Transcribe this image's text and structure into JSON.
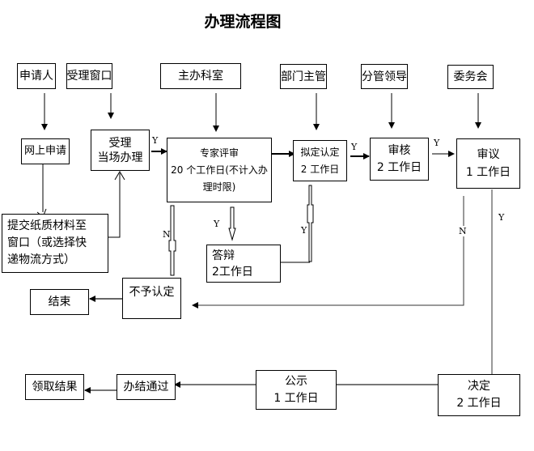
{
  "title": "办理流程图",
  "roles": {
    "applicant": "申请人",
    "window": "受理窗口",
    "office": "主办科室",
    "dept_head": "部门主管",
    "leader": "分管领导",
    "committee": "委务会"
  },
  "steps": {
    "online_apply": "网上申请",
    "accept": [
      "受理",
      "当场办理"
    ],
    "submit": [
      "提交纸质材料至",
      "窗口（或选择快",
      "递物流方式）"
    ],
    "expert_review": [
      "专家评审",
      "20 个工作日(不计入办",
      "理时限)"
    ],
    "defense": [
      "答辩",
      "2工作日"
    ],
    "draft_cert": [
      "拟定认定",
      "2 工作日"
    ],
    "audit": [
      "审核",
      "2 工作日"
    ],
    "deliberate": [
      "审议",
      "1 工作日"
    ],
    "reject": "不予认定",
    "end": "结束",
    "decide": [
      "决定",
      "2 工作日"
    ],
    "publicize": [
      "公示",
      "1 工作日"
    ],
    "complete": "办结通过",
    "collect": "领取结果"
  },
  "edge_labels": {
    "accept_to_review": "Y",
    "review_to_reject": "N",
    "review_to_defense": "Y",
    "defense_to_draft": "Y",
    "draft_to_audit": "Y",
    "audit_to_deliberate": "Y",
    "deliberate_to_reject": "N",
    "deliberate_to_decide": "Y"
  }
}
